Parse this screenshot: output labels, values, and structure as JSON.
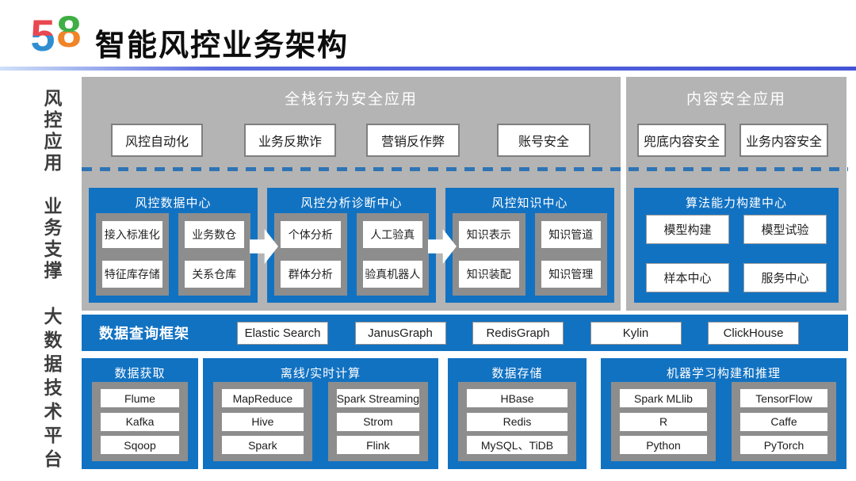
{
  "header": {
    "logo_five": "5",
    "logo_eight": "8",
    "title": "智能风控业务架构"
  },
  "sidebar": {
    "labels": [
      "风控应用",
      "业务支撑",
      "大数据技术平台"
    ]
  },
  "app_layer": {
    "full_stack": {
      "title": "全栈行为安全应用",
      "items": [
        "风控自动化",
        "业务反欺诈",
        "营销反作弊",
        "账号安全"
      ]
    },
    "content_security": {
      "title": "内容安全应用",
      "items": [
        "兜底内容安全",
        "业务内容安全"
      ]
    }
  },
  "support_layer": {
    "centers": [
      {
        "title": "风控数据中心",
        "columns": [
          [
            "接入标准化",
            "特征库存储"
          ],
          [
            "业务数仓",
            "关系仓库"
          ]
        ]
      },
      {
        "title": "风控分析诊断中心",
        "columns": [
          [
            "个体分析",
            "群体分析"
          ],
          [
            "人工验真",
            "验真机器人"
          ]
        ]
      },
      {
        "title": "风控知识中心",
        "columns": [
          [
            "知识表示",
            "知识装配"
          ],
          [
            "知识管道",
            "知识管理"
          ]
        ]
      }
    ],
    "algorithm_center": {
      "title": "算法能力构建中心",
      "items": [
        "模型构建",
        "模型试验",
        "样本中心",
        "服务中心"
      ]
    }
  },
  "query_layer": {
    "title": "数据查询框架",
    "items": [
      "Elastic Search",
      "JanusGraph",
      "RedisGraph",
      "Kylin",
      "ClickHouse"
    ]
  },
  "bigdata_layer": {
    "panels": [
      {
        "title": "数据获取",
        "columns": [
          [
            "Flume",
            "Kafka",
            "Sqoop"
          ]
        ]
      },
      {
        "title": "离线/实时计算",
        "columns": [
          [
            "MapReduce",
            "Hive",
            "Spark"
          ],
          [
            "Spark Streaming",
            "Strom",
            "Flink"
          ]
        ]
      },
      {
        "title": "数据存储",
        "columns": [
          [
            "HBase",
            "Redis",
            "MySQL、TiDB"
          ]
        ]
      },
      {
        "title": "机器学习构建和推理",
        "columns": [
          [
            "Spark MLlib",
            "R",
            "Python"
          ],
          [
            "TensorFlow",
            "Caffe",
            "PyTorch"
          ]
        ]
      }
    ]
  },
  "colors": {
    "panel_blue": "#1272c2",
    "panel_gray": "#b4b4b4",
    "column_gray": "#8d8d8d",
    "dashed_line_blue": "#2e74b5",
    "underline_blue": "#4353d6",
    "logo_red": "#e84850",
    "logo_blue": "#2f8ed2",
    "logo_green": "#3fae44",
    "logo_orange": "#f08428"
  }
}
